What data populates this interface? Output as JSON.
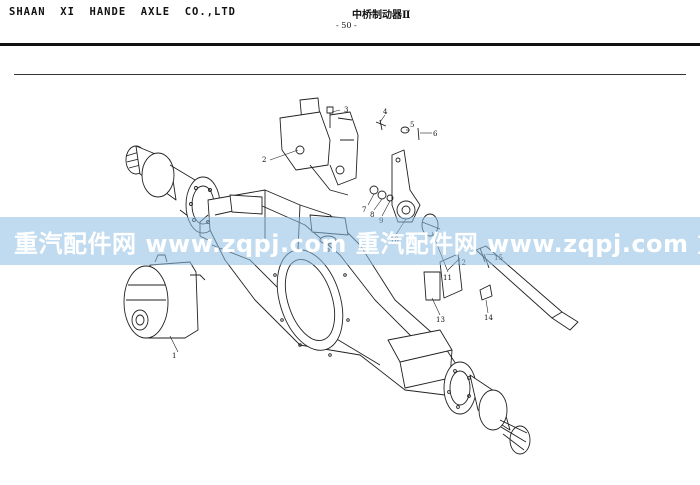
{
  "header": {
    "company": "SHAAN  XI  HANDE  AXLE  CO.,LTD",
    "title": "中桥制动器Ⅱ",
    "page_number": "- 50 -"
  },
  "watermark": {
    "text": "重汽配件网 www.zqpj.com 重汽配件网 www.zqpj.com 重"
  },
  "callouts": [
    "1",
    "2",
    "3",
    "4",
    "5",
    "6",
    "7",
    "8",
    "9",
    "10",
    "11",
    "12",
    "13",
    "14",
    "15"
  ]
}
